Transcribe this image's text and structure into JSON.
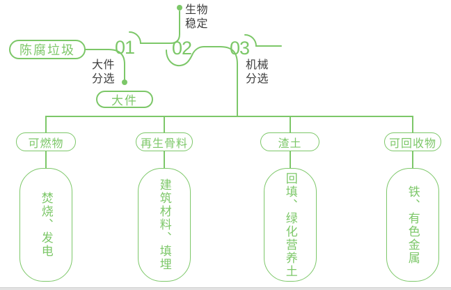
{
  "colors": {
    "line_green": "#7CC768",
    "text_dark": "#3D3D3D",
    "background": "#FFFFFF"
  },
  "icons": {
    "node_dot": "filled-circle"
  },
  "flow": {
    "source_label": "陈腐垃圾",
    "steps": [
      {
        "num": "01",
        "process_label": "大件分选",
        "output_label": "大件"
      },
      {
        "num": "02",
        "process_label": "生物稳定"
      },
      {
        "num": "03",
        "process_label": "机械分选"
      }
    ],
    "branches": [
      {
        "category": "可燃物",
        "products": "焚烧、发电"
      },
      {
        "category": "再生骨料",
        "products": "建筑材料、填埋"
      },
      {
        "category": "渣土",
        "products": "回填、绿化营养土"
      },
      {
        "category": "可回收物",
        "products": "铁、有色金属"
      }
    ]
  }
}
